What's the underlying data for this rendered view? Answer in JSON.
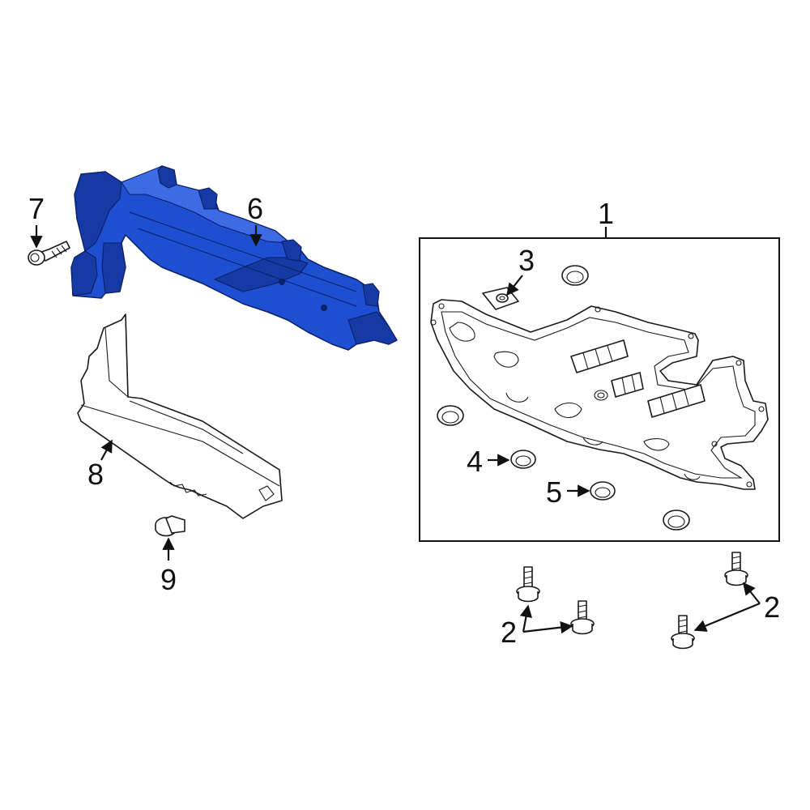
{
  "colors": {
    "highlight": "#1f4fd1",
    "highlight_dark": "#163aa3",
    "outline": "#1a1a1a",
    "background": "#ffffff"
  },
  "callouts": {
    "c1": "1",
    "c2a": "2",
    "c2b": "2",
    "c3": "3",
    "c4": "4",
    "c5": "5",
    "c6": "6",
    "c7": "7",
    "c8": "8",
    "c9": "9"
  }
}
